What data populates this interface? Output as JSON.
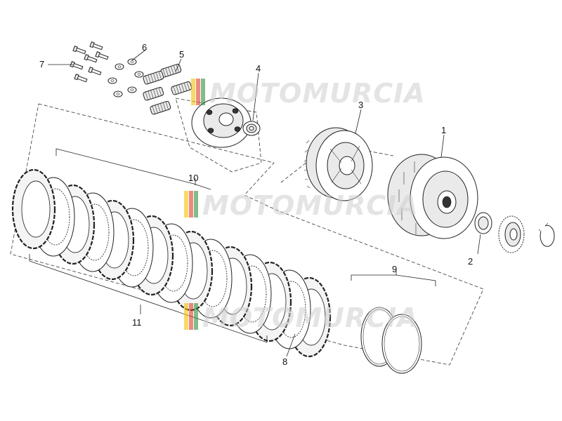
{
  "callouts": [
    {
      "id": "1",
      "label": "1"
    },
    {
      "id": "2",
      "label": "2"
    },
    {
      "id": "3",
      "label": "3"
    },
    {
      "id": "4",
      "label": "4"
    },
    {
      "id": "5",
      "label": "5"
    },
    {
      "id": "6",
      "label": "6"
    },
    {
      "id": "7",
      "label": "7"
    },
    {
      "id": "8",
      "label": "8"
    },
    {
      "id": "9",
      "label": "9"
    },
    {
      "id": "10",
      "label": "10"
    },
    {
      "id": "11",
      "label": "11"
    }
  ],
  "watermark": {
    "text": "MOTOMURCIA",
    "colors": [
      "#f2c200",
      "#e23b2e",
      "#2f8f3a",
      "#3b6fd6"
    ]
  }
}
